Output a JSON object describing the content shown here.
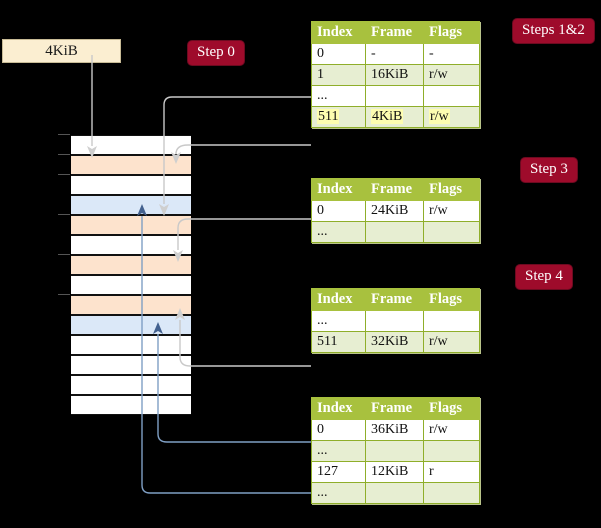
{
  "diagram": {
    "title_badges": [
      {
        "id": "step0",
        "label": "Step 0"
      },
      {
        "id": "steps12",
        "label": "Steps 1&2"
      },
      {
        "id": "step3",
        "label": "Step 3"
      },
      {
        "id": "step4",
        "label": "Step 4"
      }
    ],
    "source_box": {
      "label": "4KiB"
    },
    "memory_column": {
      "rows": [
        {
          "fill": "plain"
        },
        {
          "fill": "peach"
        },
        {
          "fill": "plain"
        },
        {
          "fill": "blue"
        },
        {
          "fill": "peach"
        },
        {
          "fill": "plain"
        },
        {
          "fill": "peach"
        },
        {
          "fill": "plain"
        },
        {
          "fill": "peach"
        },
        {
          "fill": "blue"
        },
        {
          "fill": "plain"
        },
        {
          "fill": "plain"
        },
        {
          "fill": "plain"
        },
        {
          "fill": "plain"
        }
      ]
    },
    "tables": [
      {
        "id": "table-level4",
        "headers": [
          "Index",
          "Frame",
          "Flags"
        ],
        "rows": [
          {
            "cells": [
              "0",
              "-",
              "-"
            ],
            "alt": false,
            "highlight": false
          },
          {
            "cells": [
              "1",
              "16KiB",
              "r/w"
            ],
            "alt": true,
            "highlight": false
          },
          {
            "cells": [
              "...",
              "",
              ""
            ],
            "alt": false,
            "highlight": false
          },
          {
            "cells": [
              "511",
              "4KiB",
              "r/w"
            ],
            "alt": true,
            "highlight": true
          }
        ]
      },
      {
        "id": "table-level3",
        "headers": [
          "Index",
          "Frame",
          "Flags"
        ],
        "rows": [
          {
            "cells": [
              "0",
              "24KiB",
              "r/w"
            ],
            "alt": false,
            "highlight": false
          },
          {
            "cells": [
              "...",
              "",
              ""
            ],
            "alt": true,
            "highlight": false
          }
        ]
      },
      {
        "id": "table-level2",
        "headers": [
          "Index",
          "Frame",
          "Flags"
        ],
        "rows": [
          {
            "cells": [
              "...",
              "",
              ""
            ],
            "alt": false,
            "highlight": false
          },
          {
            "cells": [
              "511",
              "32KiB",
              "r/w"
            ],
            "alt": true,
            "highlight": false
          }
        ]
      },
      {
        "id": "table-level1",
        "headers": [
          "Index",
          "Frame",
          "Flags"
        ],
        "rows": [
          {
            "cells": [
              "0",
              "36KiB",
              "r/w"
            ],
            "alt": false,
            "highlight": false
          },
          {
            "cells": [
              "...",
              "",
              ""
            ],
            "alt": true,
            "highlight": false
          },
          {
            "cells": [
              "127",
              "12KiB",
              "r"
            ],
            "alt": false,
            "highlight": false
          },
          {
            "cells": [
              "...",
              "",
              ""
            ],
            "alt": true,
            "highlight": false
          }
        ]
      }
    ],
    "colors": {
      "badge_bg": "#9e0b2b",
      "table_header_bg": "#a8c13e",
      "table_alt_row_bg": "#e7eed2",
      "highlight_bg": "#fdfdb0",
      "source_box_bg": "#fbeed1",
      "memory_peach": "#fde3cd",
      "memory_blue": "#dbe8f8",
      "wire_grey": "#c9c9c9",
      "wire_blue": "#7f9fc4",
      "background": "#000000"
    }
  }
}
